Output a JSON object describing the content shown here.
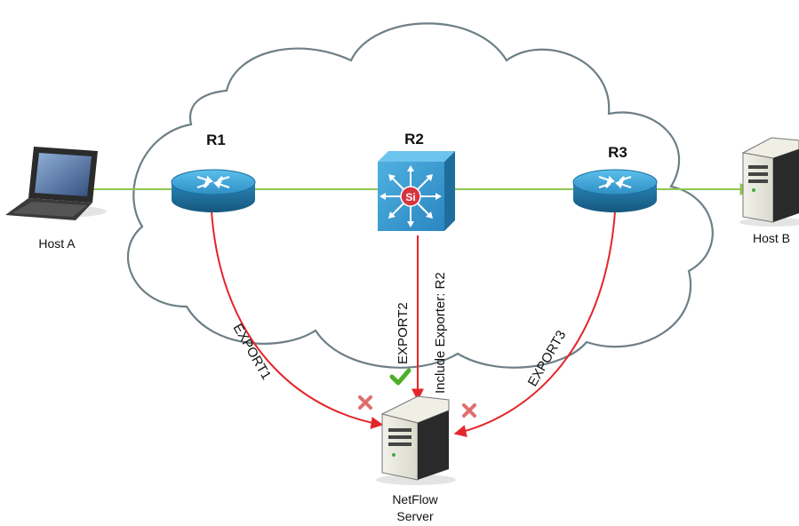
{
  "routers": {
    "r1": {
      "label": "R1"
    },
    "r2": {
      "label": "R2",
      "switch_badge": "Si"
    },
    "r3": {
      "label": "R3"
    }
  },
  "hosts": {
    "host_a": {
      "label": "Host A"
    },
    "host_b": {
      "label": "Host B"
    }
  },
  "server": {
    "label_line1": "NetFlow",
    "label_line2": "Server"
  },
  "exports": {
    "export1": {
      "label": "EXPORT1",
      "status": "rejected"
    },
    "export2": {
      "label": "EXPORT2",
      "status": "accepted"
    },
    "export3": {
      "label": "EXPORT3",
      "status": "rejected"
    }
  },
  "filter": {
    "label": "Include Exporter: R2"
  },
  "colors": {
    "traffic_path": "#8dc653",
    "export_path": "#e3262b",
    "accepted": "#4caf2a",
    "rejected": "#e06e6e",
    "router_top": "#3aa3d6",
    "router_side": "#1a6f9c",
    "cloud_stroke": "#6e7f86"
  }
}
